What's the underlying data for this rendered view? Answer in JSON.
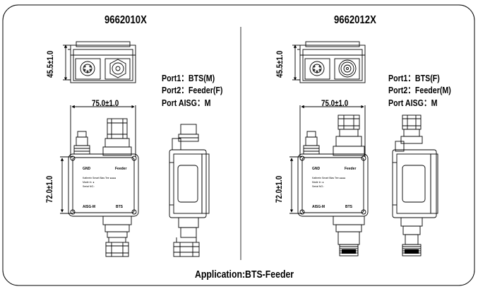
{
  "left_device": {
    "model": "9662010X",
    "ports": [
      "Port1：BTS(M)",
      "Port2：Feeder(F)",
      "Port AISG：M"
    ],
    "dim_height": "45.5±1.0",
    "dim_width": "75.0±1.0",
    "dim_length": "72.0±1.0",
    "face_labels": {
      "gnd": "GND",
      "feeder": "Feeder",
      "aisg": "AISG-M",
      "bts": "BTS"
    },
    "face_text": [
      "Kathrein Smart Bias Tee ●●●●",
      "Made in: ●",
      "Serial NO.:"
    ]
  },
  "right_device": {
    "model": "9662012X",
    "ports": [
      "Port1：BTS(F)",
      "Port2：Feeder(M)",
      "Port AISG：M"
    ],
    "dim_height": "45.5±1.0",
    "dim_width": "75.0±1.0",
    "dim_length": "72.0±1.0",
    "face_labels": {
      "gnd": "GND",
      "feeder": "Feeder",
      "aisg": "AISG-M",
      "bts": "BTS"
    },
    "face_text": [
      "Kathrein Smart Bias Tee ●●●●",
      "Made in: ●",
      "Serial NO.:"
    ]
  },
  "application_label": "Application:BTS-Feeder",
  "colors": {
    "line": "#000000",
    "fill": "#ffffff"
  }
}
